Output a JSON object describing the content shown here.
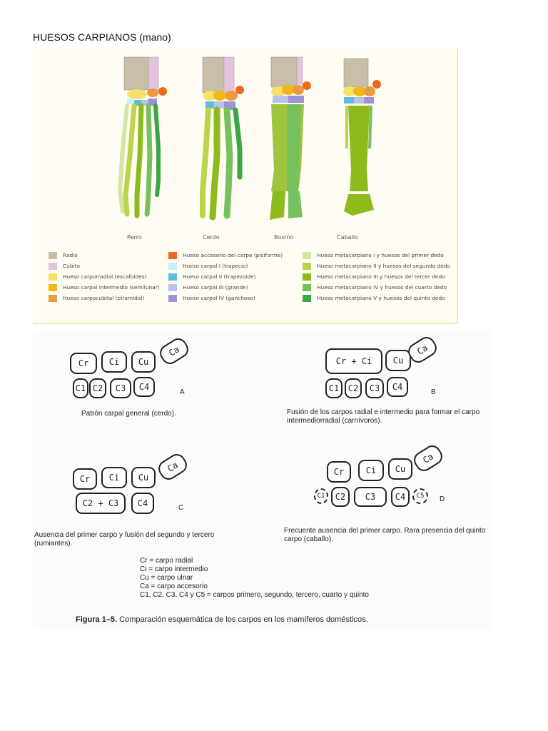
{
  "page": {
    "title": "HUESOS CARPIANOS (mano)"
  },
  "illustration": {
    "species": [
      "Perro",
      "Cerdo",
      "Bovino",
      "Caballo"
    ],
    "legend": [
      [
        {
          "label": "Radio",
          "color": "#c9bfa8"
        },
        {
          "label": "Cúbito",
          "color": "#e2c4dc"
        },
        {
          "label": "Hueso carporradial (escafoides)",
          "color": "#f7e066"
        },
        {
          "label": "Hueso carpal intermedio (semilunar)",
          "color": "#f3b817"
        },
        {
          "label": "Hueso carpocubital (piramidal)",
          "color": "#ec9a3e"
        }
      ],
      [
        {
          "label": "Hueso accesorio del carpo (pisiforme)",
          "color": "#e9691f"
        },
        {
          "label": "Hueso carpal I (trapecio)",
          "color": "#cdeef3"
        },
        {
          "label": "Hueso carpal II (trapezoide)",
          "color": "#5cbde0"
        },
        {
          "label": "Hueso carpal III (grande)",
          "color": "#b7c4ea"
        },
        {
          "label": "Hueso carpal IV (ganchoso)",
          "color": "#9f91d6"
        }
      ],
      [
        {
          "label": "Hueso metacarpiano I y huesos del primer dedo",
          "color": "#d3e6a4"
        },
        {
          "label": "Hueso metacarpiano II y huesos del segundo dedo",
          "color": "#bcd44a"
        },
        {
          "label": "Hueso metacarpiano III y huesos del tercer dedo",
          "color": "#8dbb1c"
        },
        {
          "label": "Hueso metacarpiano IV y huesos del cuarto dedo",
          "color": "#76c15d"
        },
        {
          "label": "Hueso metacarpiano V y huesos del quinto dedo",
          "color": "#3aa646"
        }
      ]
    ]
  },
  "schematic": {
    "bones": {
      "cr": "Cr",
      "ci": "Ci",
      "cu": "Cu",
      "ca": "Ca",
      "c1": "C1",
      "c2": "C2",
      "c3": "C3",
      "c4": "C4",
      "c5": "C5",
      "cr_ci": "Cr + Ci",
      "c2_c3": "C2 + C3"
    },
    "letters": {
      "a": "A",
      "b": "B",
      "c": "C",
      "d": "D"
    },
    "captions": {
      "a": "Patrón carpal general (cerdo).",
      "b": "Fusión de los carpos radial e intermedio para formar el carpo intermediorradial (carnívoros).",
      "c": "Ausencia del primer carpo y fusión del segundo y tercero (rumiantes).",
      "d": "Frecuente ausencia del primer carpo. Rara presencia del quinto carpo (caballo)."
    },
    "glossary": [
      "Cr = carpo radial",
      "Ci = carpo intermedio",
      "Cu = carpo ulnar",
      "Ca = carpo accesorio",
      "C1, C2, C3, C4 y C5 = carpos primero, segundo, tercero, cuarto y quinto"
    ],
    "figure": {
      "number": "Figura 1–5.",
      "text": "Comparación esquemática de los carpos en los mamíferos domésticos."
    }
  }
}
